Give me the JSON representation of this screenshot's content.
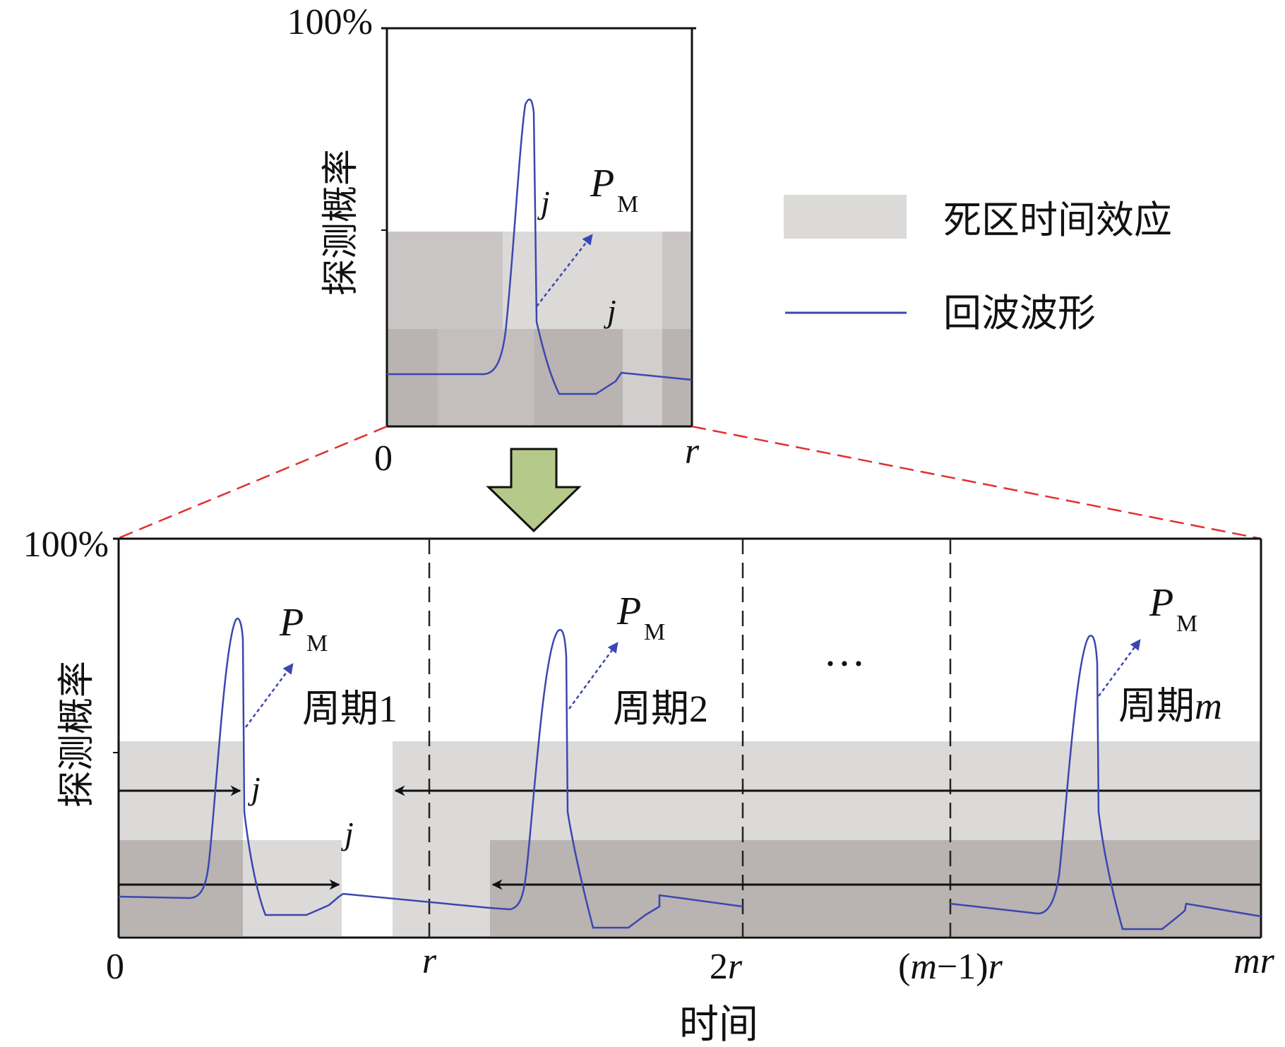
{
  "colors": {
    "dead_zone_light": "#dcdad9",
    "dead_zone_mid": "#c9c5c4",
    "dead_zone_dark": "#b9b3b1",
    "waveform": "#3b47b0",
    "arrow_marker": "#3a48b4",
    "zoom_line": "#e03030",
    "down_arrow_fill": "#b5c98a",
    "frame": "#111111"
  },
  "legend": {
    "dead_zone_label": "死区时间效应",
    "waveform_label": "回波波形"
  },
  "top_chart": {
    "y_label": "探测概率",
    "y_max_label": "100%",
    "x_start_label": "0",
    "x_end_label": "r",
    "j_upper": "j",
    "j_lower": "j",
    "pm_main": "P",
    "pm_sub": "M"
  },
  "bottom_chart": {
    "y_label": "探测概率",
    "y_max_label": "100%",
    "x_label": "时间",
    "ticks": {
      "t0": "0",
      "t1": "r",
      "t2_num": "2",
      "t2_var": "r",
      "t3_open": "(",
      "t3_m": "m",
      "t3_rest": "−1)",
      "t3_r": "r",
      "t4": "mr"
    },
    "period1": {
      "text": "周期",
      "num": "1"
    },
    "period2": {
      "text": "周期",
      "num": "2"
    },
    "periodm": {
      "text": "周期",
      "num": "m"
    },
    "ellipsis": "···",
    "j_upper": "j",
    "j_lower": "j",
    "pm_main": "P",
    "pm_sub": "M"
  }
}
